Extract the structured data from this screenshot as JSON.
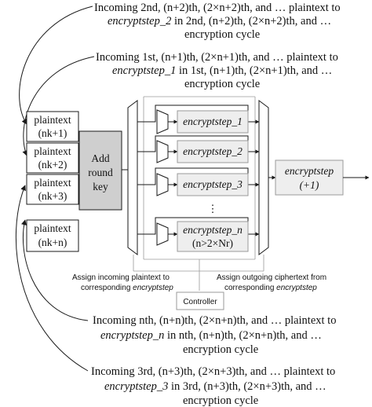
{
  "captions": {
    "top": {
      "line1": "Incoming 2nd, (n+2)th, (2×n+2)th, and … plaintext to",
      "line2_italic": "encryptstep_2",
      "line2_rest": " in 2nd, (n+2)th, (2×n+2)th, and …",
      "line3": "encryption cycle"
    },
    "second": {
      "line1": "Incoming 1st, (n+1)th, (2×n+1)th, and … plaintext to",
      "line2_italic": "encryptstep_1",
      "line2_rest": " in 1st, (n+1)th, (2×n+1)th, and …",
      "line3": "encryption cycle"
    },
    "third": {
      "line1": "Incoming nth, (n+n)th, (2×n+n)th, and … plaintext to",
      "line2_italic": "encryptstep_n",
      "line2_rest": " in nth, (n+n)th, (2×n+n)th, and …",
      "line3": "encryption cycle"
    },
    "bottom": {
      "line1": "Incoming 3rd, (n+3)th, (2×n+3)th, and … plaintext to",
      "line2_italic": "encryptstep_3",
      "line2_rest": " in 3rd, (n+3)th, (2×n+3)th, and …",
      "line3": "encryption cycle"
    }
  },
  "plaintext_boxes": [
    {
      "line1": "plaintext",
      "line2": "(nk+1)"
    },
    {
      "line1": "plaintext",
      "line2": "(nk+2)"
    },
    {
      "line1": "plaintext",
      "line2": "(nk+3)"
    },
    {
      "line1": "plaintext",
      "line2": "(nk+n)"
    }
  ],
  "add_round_key": {
    "line1": "Add",
    "line2": "round",
    "line3": "key"
  },
  "steps": [
    {
      "label": "encryptstep_1"
    },
    {
      "label": "encryptstep_2"
    },
    {
      "label": "encryptstep_3"
    },
    {
      "label": "encryptstep_n",
      "sub": "(n>2×Nr)"
    }
  ],
  "dots": "⋮",
  "next_step": {
    "line1": "encryptstep",
    "line2": "(+1)"
  },
  "notes": {
    "left_line1": "Assign incoming plaintext to",
    "left_line2_plain": "corresponding ",
    "left_line2_italic": "encryptstep",
    "right_line1": "Assign outgoing ciphertext from",
    "right_line2_plain": "corresponding ",
    "right_line2_italic": "encryptstep"
  },
  "controller": "Controller",
  "colors": {
    "gray_block": "#cfcfcf",
    "light_box": "#eeeeee",
    "stroke": "#1a1a1a",
    "light_stroke": "#9a9a9a"
  }
}
